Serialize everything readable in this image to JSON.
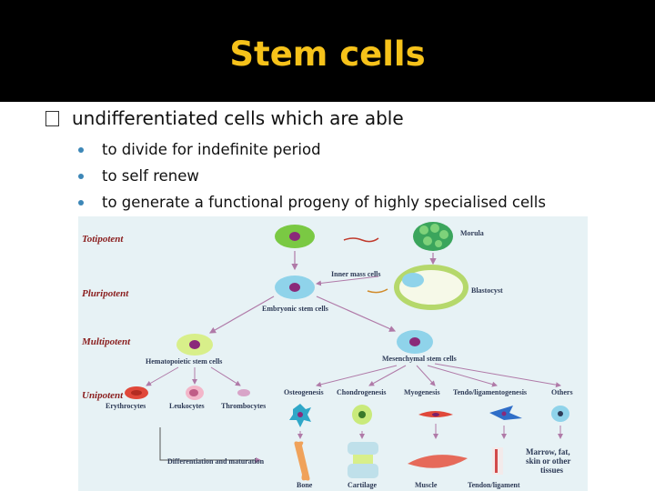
{
  "slide": {
    "title": "Stem cells",
    "main_bullet": "undifferentiated cells which are able",
    "sub_bullets": [
      "to divide for indefinite period",
      "to self renew",
      "to generate a functional progeny of highly specialised cells"
    ]
  },
  "diagram": {
    "levels": [
      "Totipotent",
      "Pluripotent",
      "Multipotent",
      "Unipotent"
    ],
    "labels": {
      "morula": "Morula",
      "inner_mass": "Inner mass cells",
      "blastocyst": "Blastocyst",
      "embryonic": "Embryonic stem cells",
      "hematopoietic": "Hematopoietic stem cells",
      "mesenchymal": "Mesenchymal stem cells",
      "erythrocytes": "Erythrocytes",
      "leukocytes": "Leukocytes",
      "thrombocytes": "Thrombocytes",
      "osteogenesis": "Osteogenesis",
      "chondrogenesis": "Chondrogenesis",
      "myogenesis": "Myogenesis",
      "tendo": "Tendo/ligamentogenesis",
      "others": "Others",
      "differentiation": "Differentiation and maturation",
      "bone": "Bone",
      "cartilage": "Cartilage",
      "muscle": "Muscle",
      "tendon": "Tendon/ligament",
      "marrow_1": "Marrow, fat,",
      "marrow_2": "skin or other",
      "marrow_3": "tissues"
    },
    "colors": {
      "level_text": "#8b2020",
      "label_text": "#2e3b57",
      "arrow": "#b07aa8",
      "cell_green": "#7ac943",
      "cell_blue": "#8fd3ea",
      "nucleus": "#8a2a7a"
    }
  }
}
